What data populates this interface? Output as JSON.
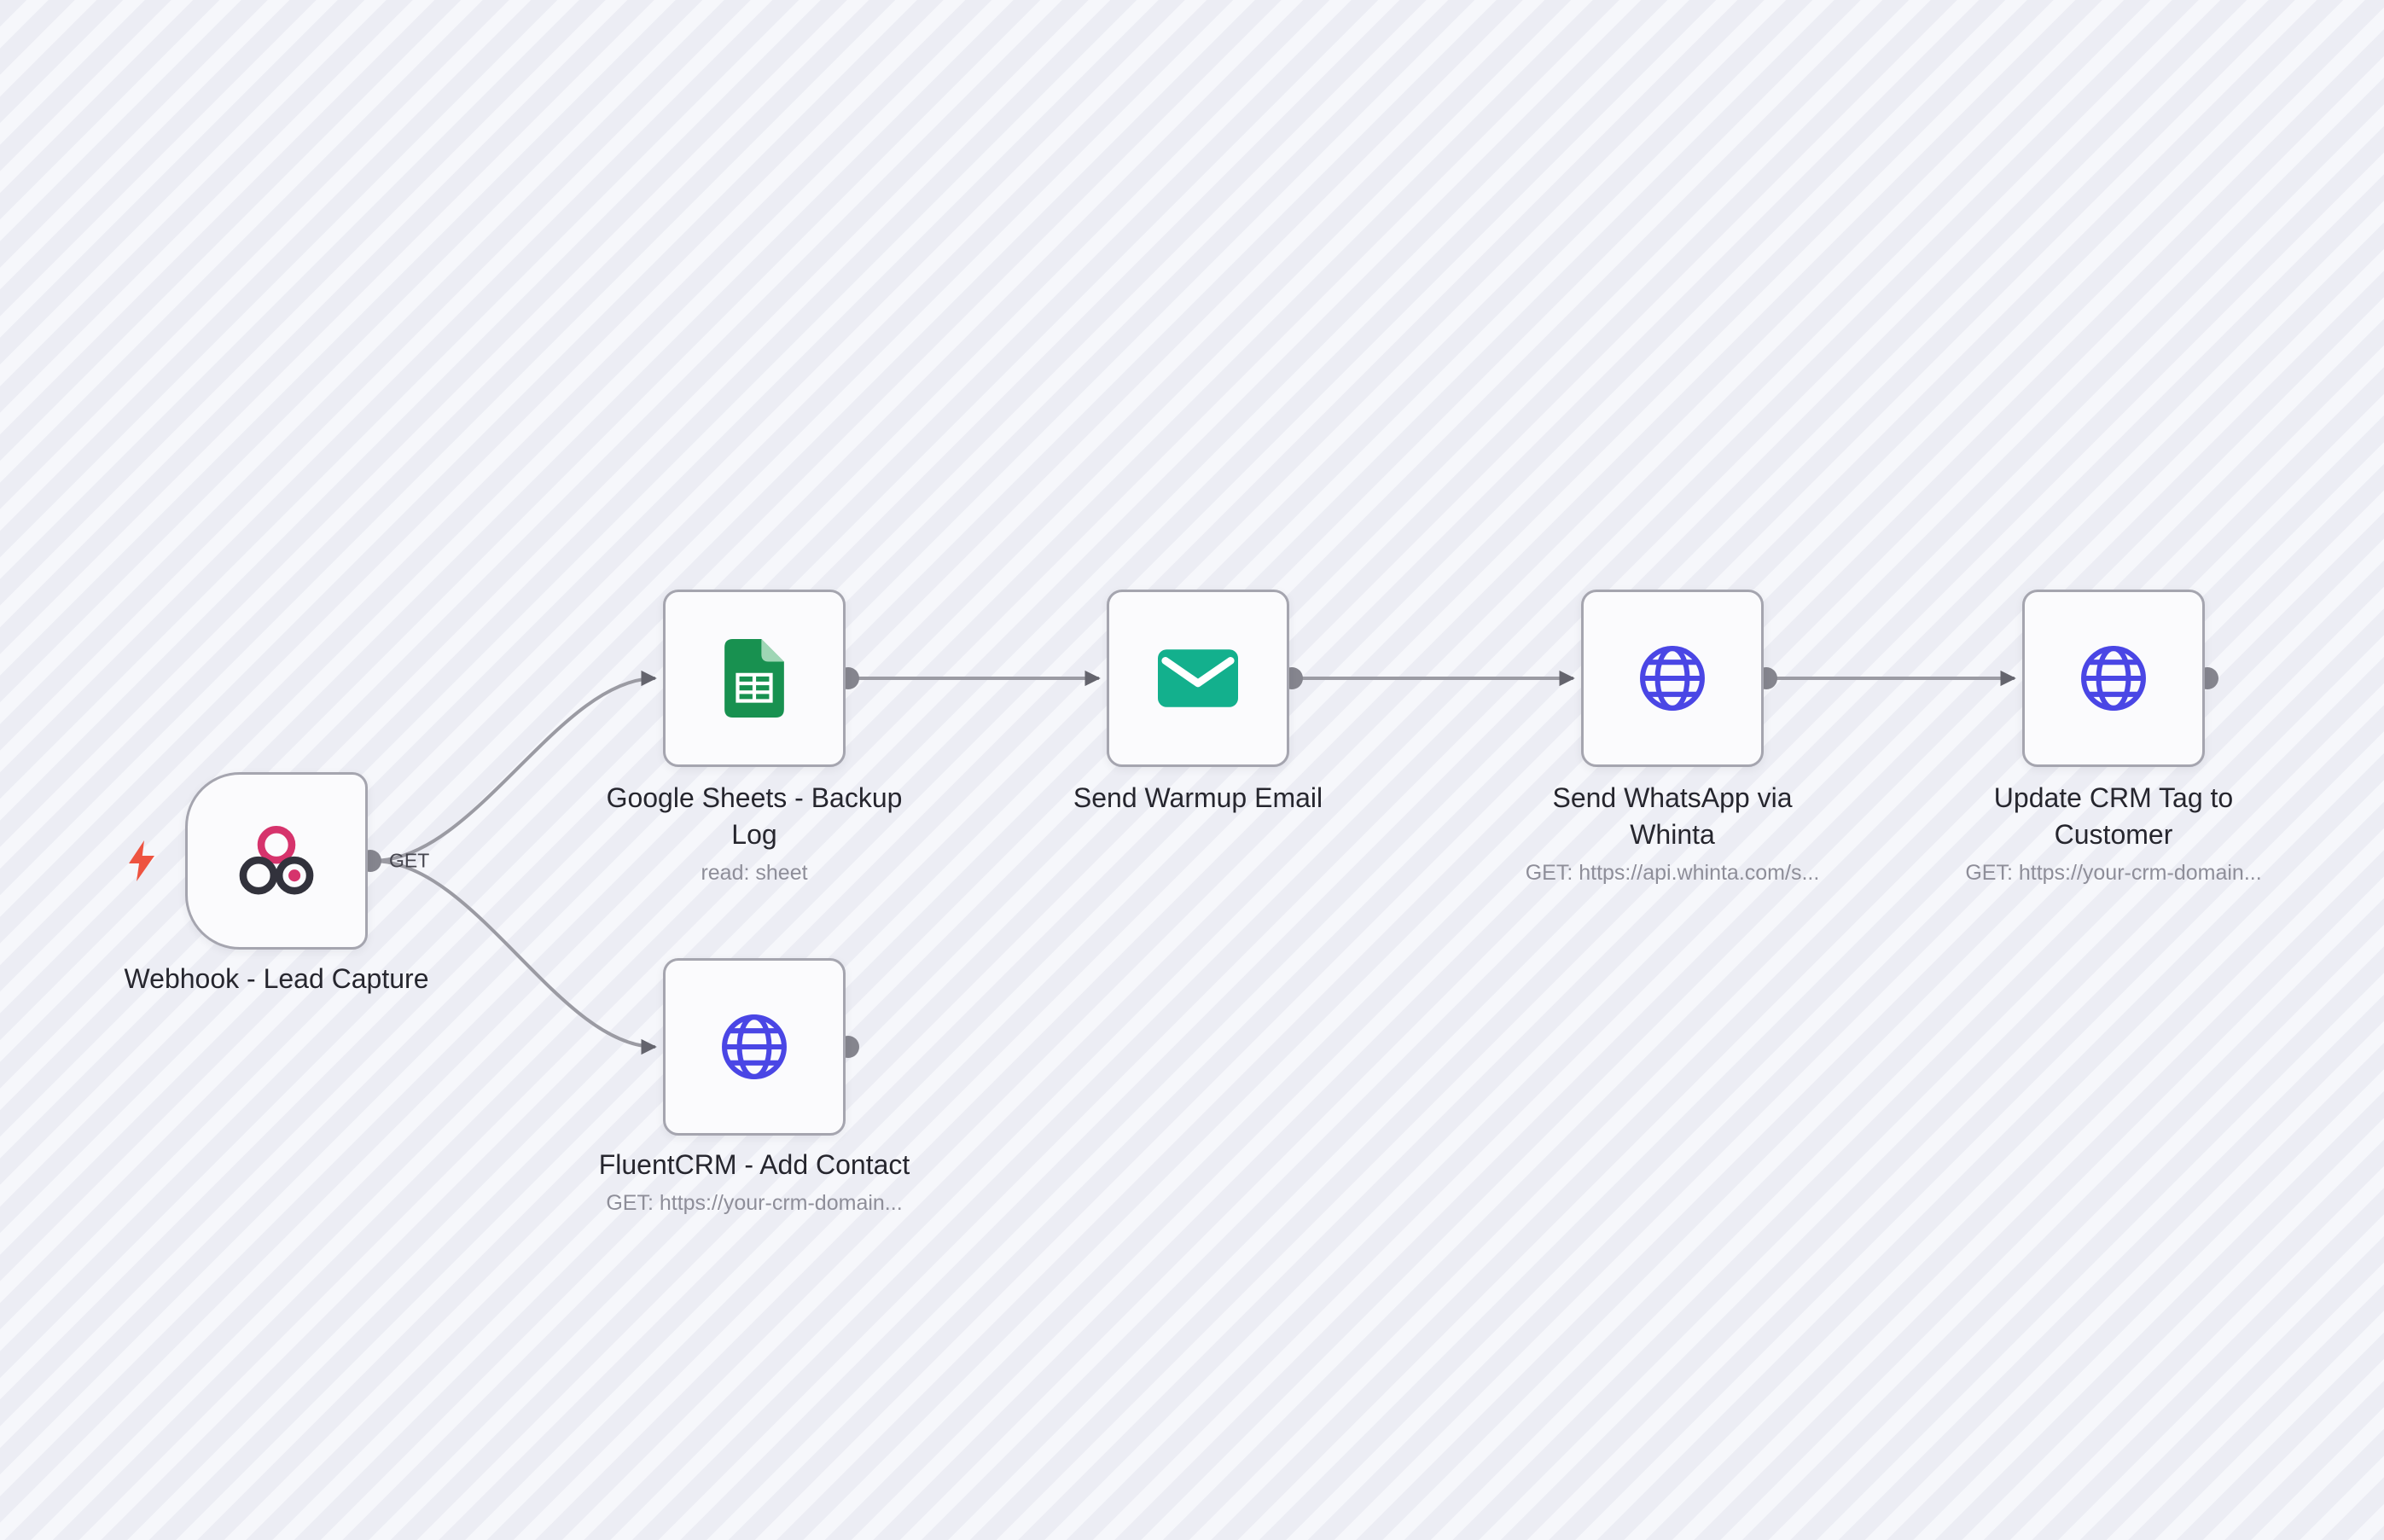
{
  "app": "workflow-canvas",
  "nodes": {
    "webhook": {
      "label": "Webhook - Lead Capture",
      "badge": "GET"
    },
    "sheets": {
      "label": "Google Sheets - Backup Log",
      "subtitle": "read: sheet"
    },
    "fluentcrm": {
      "label": "FluentCRM - Add Contact",
      "subtitle": "GET: https://your-crm-domain..."
    },
    "email": {
      "label": "Send Warmup Email"
    },
    "whatsapp": {
      "label": "Send WhatsApp via Whinta",
      "subtitle": "GET: https://api.whinta.com/s..."
    },
    "crmtag": {
      "label": "Update CRM Tag to Customer",
      "subtitle": "GET: https://your-crm-domain..."
    }
  },
  "icons": {
    "webhook": "webhook-icon",
    "trigger": "lightning-bolt-icon",
    "sheets": "google-sheets-icon",
    "email": "envelope-icon",
    "http": "globe-icon"
  },
  "colors": {
    "canvas_base": "#ecedf4",
    "canvas_stripe": "#f6f7fb",
    "node_border": "#a5a5af",
    "connector_gray": "#9b9ba3",
    "port_dot_gray": "#85858e",
    "webhook_pink": "#d6336c",
    "webhook_dark": "#32323c",
    "sheets_green": "#189150",
    "sheets_fold_light": "#9fd6b5",
    "email_teal": "#13b08d",
    "http_blue": "#4a46e5",
    "bolt_red": "#ee5340",
    "label_text": "#26262e",
    "subtitle_text": "#8e8e99"
  }
}
